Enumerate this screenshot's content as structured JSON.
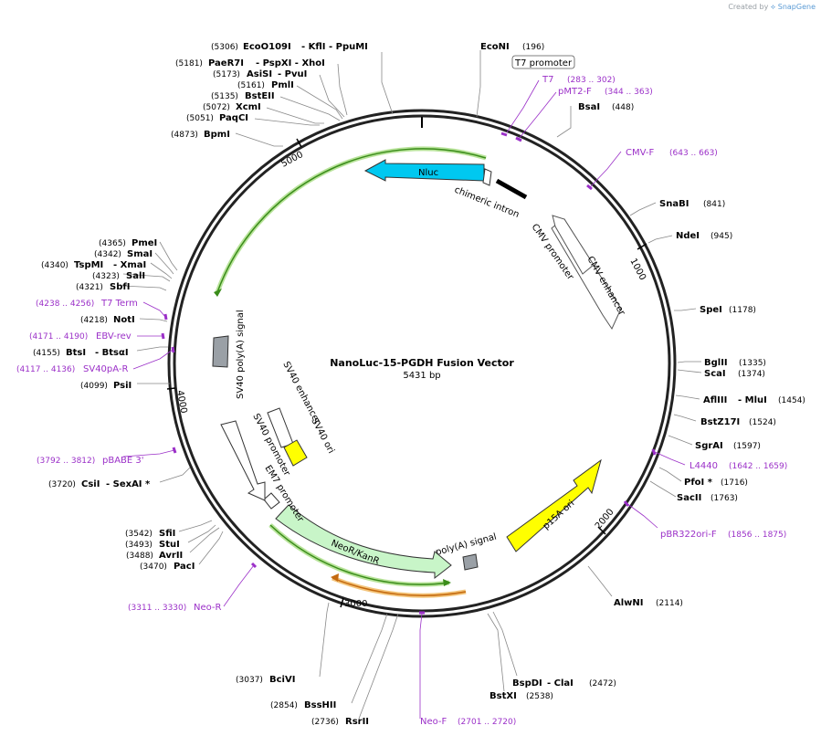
{
  "credit": {
    "prefix": "Created by",
    "brand": "SnapGene"
  },
  "title": "NanoLuc-15-PGDH Fusion Vector",
  "size": "5431 bp",
  "ticks": [
    "1000",
    "2000",
    "3000",
    "4000",
    "5000"
  ],
  "enzymes": [
    {
      "name": "EcoO109I",
      "extra": "- KflI  - PpuMI",
      "pos": "(5306)"
    },
    {
      "name": "PaeR7I",
      "extra": "- PspXI  - XhoI",
      "pos": "(5181)"
    },
    {
      "name": "AsiSI",
      "extra": "- PvuI",
      "pos": "(5173)"
    },
    {
      "name": "PmlI",
      "extra": "",
      "pos": "(5161)"
    },
    {
      "name": "BstEII",
      "extra": "",
      "pos": "(5135)"
    },
    {
      "name": "XcmI",
      "extra": "",
      "pos": "(5072)"
    },
    {
      "name": "PaqCI",
      "extra": "",
      "pos": "(5051)"
    },
    {
      "name": "BpmI",
      "extra": "",
      "pos": "(4873)"
    },
    {
      "name": "EcoNI",
      "extra": "",
      "pos": "(196)"
    },
    {
      "name": "BsaI",
      "extra": "",
      "pos": "(448)"
    },
    {
      "name": "SnaBI",
      "extra": "",
      "pos": "(841)"
    },
    {
      "name": "NdeI",
      "extra": "",
      "pos": "(945)"
    },
    {
      "name": "SpeI",
      "extra": "",
      "pos": "(1178)"
    },
    {
      "name": "BglII",
      "extra": "",
      "pos": "(1335)"
    },
    {
      "name": "ScaI",
      "extra": "",
      "pos": "(1374)"
    },
    {
      "name": "AflIII",
      "extra": "- MluI",
      "pos": "(1454)"
    },
    {
      "name": "BstZ17I",
      "extra": "",
      "pos": "(1524)"
    },
    {
      "name": "SgrAI",
      "extra": "",
      "pos": "(1597)"
    },
    {
      "name": "PfoI *",
      "extra": "",
      "pos": "(1716)"
    },
    {
      "name": "SacII",
      "extra": "",
      "pos": "(1763)"
    },
    {
      "name": "AlwNI",
      "extra": "",
      "pos": "(2114)"
    },
    {
      "name": "BspDI",
      "extra": "- ClaI",
      "pos": "(2472)"
    },
    {
      "name": "BstXI",
      "extra": "",
      "pos": "(2538)"
    },
    {
      "name": "RsrII",
      "extra": "",
      "pos": "(2736)"
    },
    {
      "name": "BssHII",
      "extra": "",
      "pos": "(2854)"
    },
    {
      "name": "BciVI",
      "extra": "",
      "pos": "(3037)"
    },
    {
      "name": "PacI",
      "extra": "",
      "pos": "(3470)"
    },
    {
      "name": "AvrII",
      "extra": "",
      "pos": "(3488)"
    },
    {
      "name": "StuI",
      "extra": "",
      "pos": "(3493)"
    },
    {
      "name": "SfiI",
      "extra": "",
      "pos": "(3542)"
    },
    {
      "name": "CsiI",
      "extra": "- SexAI *",
      "pos": "(3720)"
    },
    {
      "name": "PsiI",
      "extra": "",
      "pos": "(4099)"
    },
    {
      "name": "BtsI",
      "extra": "- BtsαI",
      "pos": "(4155)"
    },
    {
      "name": "NotI",
      "extra": "",
      "pos": "(4218)"
    },
    {
      "name": "SbfI",
      "extra": "",
      "pos": "(4321)"
    },
    {
      "name": "SalI",
      "extra": "",
      "pos": "(4323)"
    },
    {
      "name": "TspMI",
      "extra": "- XmaI",
      "pos": "(4340)"
    },
    {
      "name": "SmaI",
      "extra": "",
      "pos": "(4342)"
    },
    {
      "name": "PmeI",
      "extra": "",
      "pos": "(4365)"
    }
  ],
  "primers": [
    {
      "name": "T7",
      "range": "(283 .. 302)"
    },
    {
      "name": "pMT2-F",
      "range": "(344 .. 363)"
    },
    {
      "name": "CMV-F",
      "range": "(643 .. 663)"
    },
    {
      "name": "L4440",
      "range": "(1642 .. 1659)"
    },
    {
      "name": "pBR322ori-F",
      "range": "(1856 .. 1875)"
    },
    {
      "name": "Neo-F",
      "range": "(2701 .. 2720)"
    },
    {
      "name": "Neo-R",
      "range": "(3311 .. 3330)"
    },
    {
      "name": "pBABE 3'",
      "range": "(3792 .. 3812)"
    },
    {
      "name": "SV40pA-R",
      "range": "(4117 .. 4136)"
    },
    {
      "name": "EBV-rev",
      "range": "(4171 .. 4190)"
    },
    {
      "name": "T7 Term",
      "range": "(4238 .. 4256)"
    }
  ],
  "features": {
    "t7_promoter": "T7 promoter",
    "nluc": "Nluc",
    "chimeric_intron": "chimeric intron",
    "cmv_promoter": "CMV promoter",
    "cmv_enhancer": "CMV enhancer",
    "p15a_ori": "p15A ori",
    "polya_signal": "poly(A) signal",
    "neo": "NeoR/KanR",
    "em7": "EM7 promoter",
    "sv40_promoter": "SV40 promoter",
    "sv40_enhancer": "SV40 enhancer",
    "sv40_ori": "SV40 ori",
    "sv40_polya": "SV40 poly(A) signal"
  },
  "colors": {
    "nluc": "#00c8f0",
    "p15a": "#ffff00",
    "sv40ori": "#ffff00",
    "neo": "#c8f5c8",
    "primer": "#9b30c8",
    "orf_green": "#3a8c1a",
    "orf_orange": "#c46a10"
  }
}
